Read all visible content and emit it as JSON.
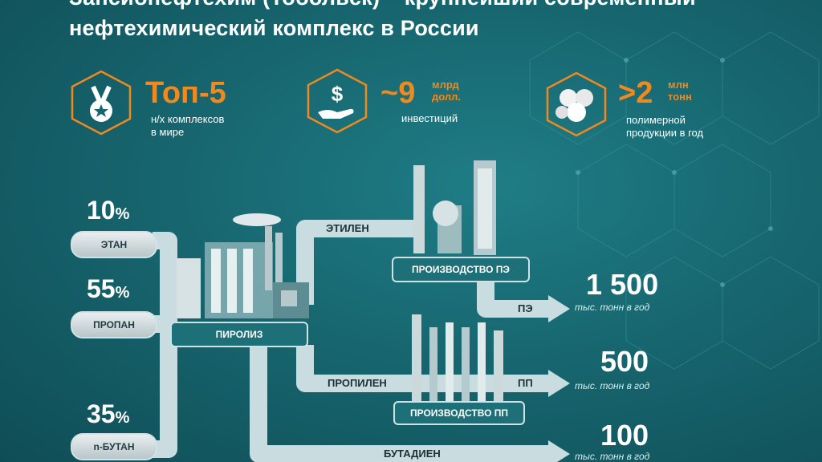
{
  "title": {
    "line1": "Запсибнефтехим (Тобольск) – крупнейший современный",
    "line2": "нефтехимический комплекс в России"
  },
  "highlights": [
    {
      "icon": "medal-icon",
      "value": "Топ-5",
      "unit": "",
      "caption": "н/х комплексов\nв мире"
    },
    {
      "icon": "dollar-hand-icon",
      "value": "~9",
      "unit": "млрд\nдолл.",
      "caption": "инвестиций"
    },
    {
      "icon": "polymer-pellets-icon",
      "value": ">2",
      "unit": "млн\nтонн",
      "caption": "полимерной\nпродукции в год"
    }
  ],
  "feedstock": [
    {
      "share": "10",
      "pct": "%",
      "name": "ЭТАН"
    },
    {
      "share": "55",
      "pct": "%",
      "name": "ПРОПАН"
    },
    {
      "share": "35",
      "pct": "%",
      "name": "n-БУТАН"
    }
  ],
  "process": {
    "pyrolysis": "ПИРОЛИЗ",
    "pe_plant": "ПРОИЗВОДСТВО ПЭ",
    "pp_plant": "ПРОИЗВОДСТВО ПП"
  },
  "streams": {
    "ethylene": "ЭТИЛЕН",
    "propylene": "ПРОПИЛЕН",
    "butadiene": "БУТАДИЕН",
    "pe": "ПЭ",
    "pp": "ПП"
  },
  "outputs": [
    {
      "value": "1 500",
      "unit": "тыс. тонн в год"
    },
    {
      "value": "500",
      "unit": "тыс. тонн в год"
    },
    {
      "value": "100",
      "unit": "тыс. тонн в год"
    }
  ],
  "colors": {
    "accent": "#f0891f",
    "background": "#17666f",
    "pipe": "#c9dde0"
  }
}
